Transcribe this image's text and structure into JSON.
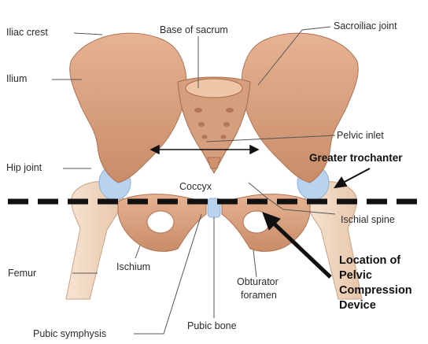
{
  "labels": {
    "iliac_crest": "Iliac crest",
    "base_of_sacrum": "Base of sacrum",
    "sacroiliac_joint": "Sacroiliac joint",
    "ilium": "Ilium",
    "pelvic_inlet": "Pelvic inlet",
    "hip_joint": "Hip joint",
    "greater_trochanter": "Greater trochanter",
    "coccyx": "Coccyx",
    "ischial_spine": "Ischial spine",
    "femur": "Femur",
    "ischium": "Ischium",
    "obturator_line1": "Obturator",
    "obturator_line2": "foramen",
    "pubic_symphysis": "Pubic symphysis",
    "pubic_bone": "Pubic bone"
  },
  "device_label": [
    "Location of",
    "Pelvic",
    "Compression",
    "Device"
  ],
  "colors": {
    "bone": "#d9a383",
    "bone_light": "#f1cdb2",
    "bone_dark": "#b97a58",
    "cartilage": "#b9d3ef",
    "femur": "#f2dcc8",
    "dashed_line": "#111111"
  }
}
